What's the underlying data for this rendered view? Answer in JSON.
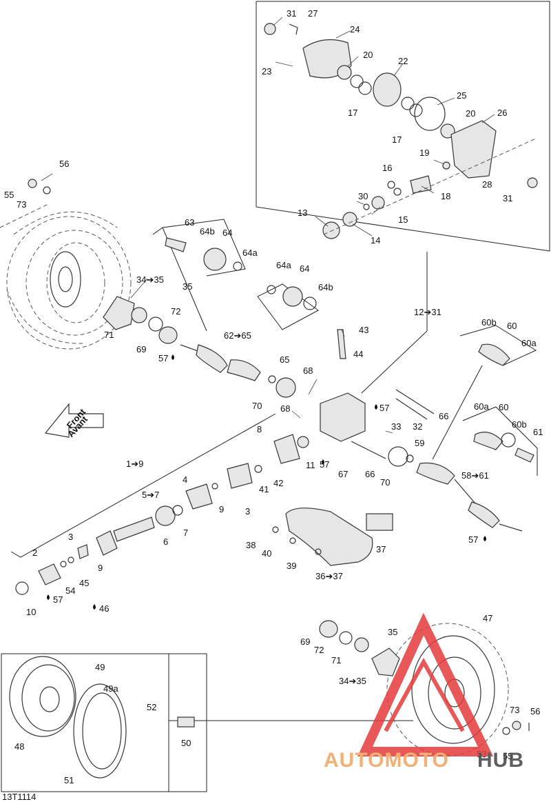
{
  "labels": {
    "n31a": "31",
    "n27": "27",
    "n24": "24",
    "n20a": "20",
    "n23": "23",
    "n22": "22",
    "n17a": "17",
    "n25": "25",
    "n20b": "20",
    "n26": "26",
    "n17b": "17",
    "n19": "19",
    "n16": "16",
    "n28": "28",
    "n18": "18",
    "n30": "30",
    "n31b": "31",
    "n13": "13",
    "n15": "15",
    "n14": "14",
    "n56a": "56",
    "n55a": "55",
    "n73a": "73",
    "n63": "63",
    "n64b_a": "64b",
    "n64_a": "64",
    "n64a_a": "64a",
    "n34_35a": "34➔35",
    "n35a": "35",
    "n72a": "72",
    "n71a": "71",
    "n69a": "69",
    "n57a": "57",
    "n64a_b": "64a",
    "n64_b": "64",
    "n64b_b": "64b",
    "n62_65": "62➔65",
    "n65": "65",
    "n12_31": "12➔31",
    "n43": "43",
    "n44": "44",
    "n68a": "68",
    "n70a": "70",
    "n57b": "57",
    "n68b": "68",
    "n66a": "66",
    "n33": "33",
    "n32": "32",
    "n60b_a": "60b",
    "n60_a": "60",
    "n60a_a": "60a",
    "n60a_b": "60a",
    "n60_b": "60",
    "n60b_b": "60b",
    "n61": "61",
    "front_en": "Front",
    "front_fr": "Avant",
    "n1_9": "1➔9",
    "n8": "8",
    "n4": "4",
    "n5_7": "5➔7",
    "n11": "11",
    "n57c": "57",
    "n59": "59",
    "n42": "42",
    "n41": "41",
    "n9a": "9",
    "n3a": "3",
    "n6": "6",
    "n7": "7",
    "n67": "67",
    "n66b": "66",
    "n70b": "70",
    "n58_61": "58➔61",
    "n3b": "3",
    "n2": "2",
    "n9b": "9",
    "n54": "54",
    "n45": "45",
    "n10": "10",
    "n57d": "57",
    "n46": "46",
    "n38": "38",
    "n40": "40",
    "n39": "39",
    "n37": "37",
    "n36_37": "36➔37",
    "n57e": "57",
    "n47": "47",
    "n35b": "35",
    "n69b": "69",
    "n72b": "72",
    "n71b": "71",
    "n34_35b": "34➔35",
    "n73b": "73",
    "n56b": "56",
    "n53": "53",
    "n55b": "55",
    "n49": "49",
    "n49a": "49a",
    "n52": "52",
    "n48": "48",
    "n50": "50",
    "n51": "51",
    "code": "13T1114"
  },
  "watermark": {
    "text_a": "AUTOMOTO",
    "text_b": "HUB",
    "color_a": "#f2a25c",
    "color_b": "#444444",
    "logo_color": "#e43b3b"
  },
  "colors": {
    "line": "#333333",
    "label": "#111111"
  }
}
